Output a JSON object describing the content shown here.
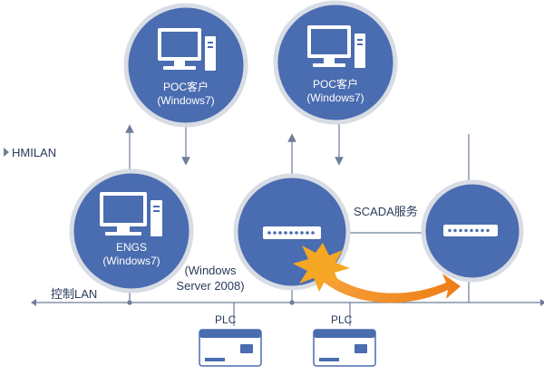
{
  "networks": {
    "hmi": "HMILAN",
    "control": "控制LAN"
  },
  "nodes": {
    "poc1": {
      "line1": "POC客户",
      "line2": "(Windows7)"
    },
    "poc2": {
      "line1": "POC客户",
      "line2": "(Windows7)"
    },
    "engs": {
      "line1": "ENGS",
      "line2": "(Windows7)"
    },
    "server": {
      "line1": "(Windows",
      "line2": "Server 2008)"
    },
    "scada": "SCADA服务"
  },
  "plcs": [
    {
      "label": "PLC"
    },
    {
      "label": "PLC"
    }
  ],
  "colors": {
    "node_fill": "#4a6cb0",
    "node_border": "#d8dce4",
    "line": "#6e7d99",
    "burst": "#f5a623",
    "arrow": "#f08a1c"
  }
}
